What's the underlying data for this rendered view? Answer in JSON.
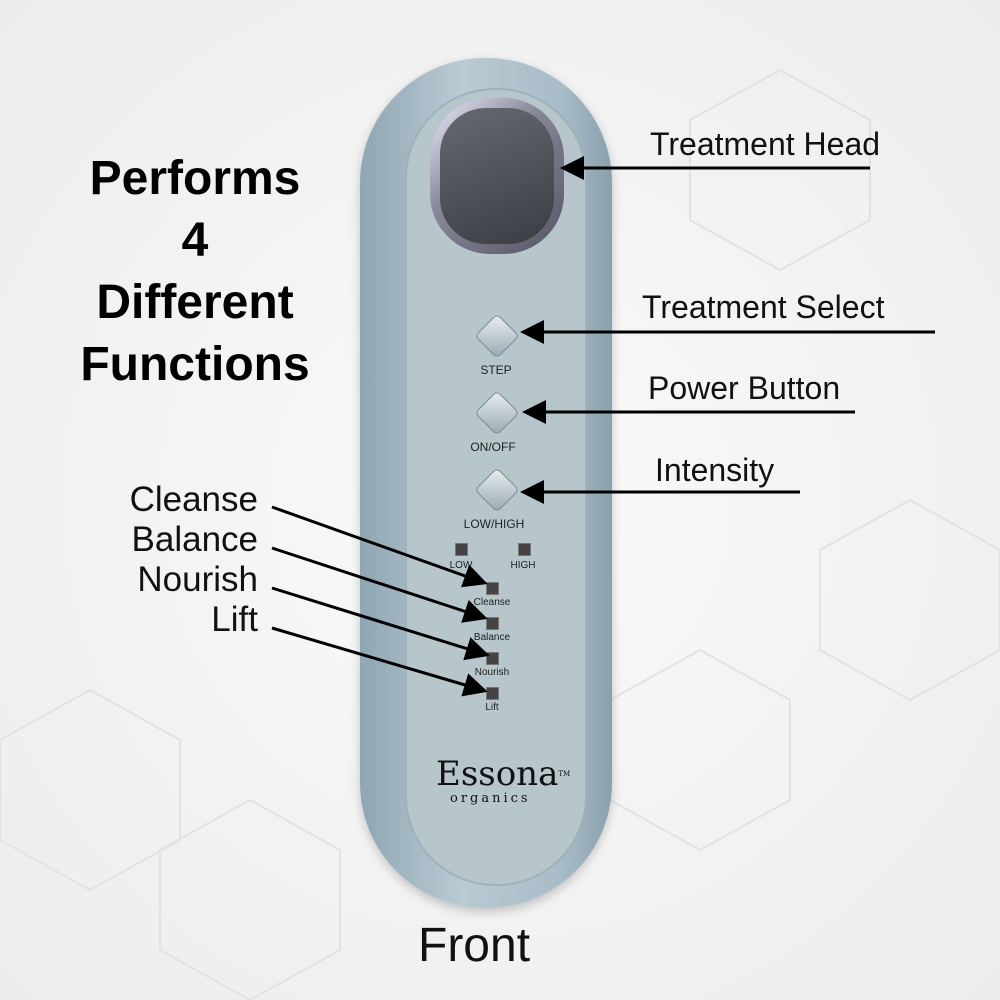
{
  "headline": {
    "line1": "Performs",
    "line2": "4",
    "line3": "Different",
    "line4": "Functions"
  },
  "annotations": {
    "treatment_head": "Treatment Head",
    "treatment_select": "Treatment Select",
    "power_button": "Power Button",
    "intensity": "Intensity"
  },
  "modes": [
    "Cleanse",
    "Balance",
    "Nourish",
    "Lift"
  ],
  "device": {
    "step": "STEP",
    "onoff": "ON/OFF",
    "lowhigh": "LOW/HIGH",
    "low": "LOW",
    "high": "HIGH",
    "brand": "Essona",
    "brand_sub": "organics",
    "tm": "TM"
  },
  "caption": "Front"
}
